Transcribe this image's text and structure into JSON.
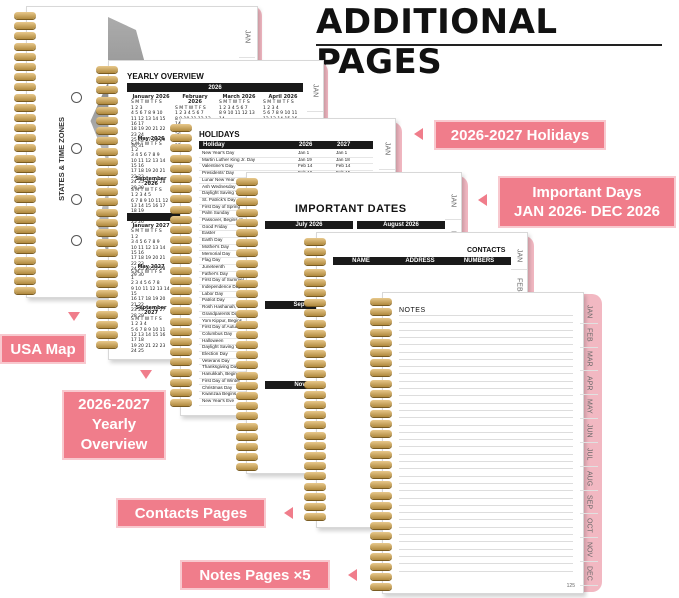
{
  "heading": "ADDITIONAL PAGES",
  "callouts": {
    "holidays": "2026-2027 Holidays",
    "important_days_line1": "Important Days",
    "important_days_line2": "JAN 2026- DEC 2026",
    "usa_map": "USA Map",
    "yearly_line1": "2026-2027",
    "yearly_line2": "Yearly",
    "yearly_line3": "Overview",
    "contacts": "Contacts Pages",
    "notes": "Notes Pages ×5"
  },
  "map_page": {
    "label": "STATES & TIME ZONES"
  },
  "yearly_overview": {
    "title": "YEARLY OVERVIEW",
    "year_a": "2026",
    "months_row1": [
      "January 2026",
      "February 2026",
      "March 2026",
      "April 2026"
    ],
    "months_col": [
      "May 2026",
      "September 2026",
      "January 2027",
      "May 2027",
      "September 2027"
    ],
    "weekday_header": "S M T W T F S"
  },
  "holidays": {
    "title": "HOLIDAYS",
    "columns": [
      "Holiday",
      "2026",
      "2027"
    ],
    "rows": [
      [
        "New Year's Day",
        "Jan 1",
        "Jan 1"
      ],
      [
        "Martin Luther King Jr. Day",
        "Jan 19",
        "Jan 18"
      ],
      [
        "Valentine's Day",
        "Feb 14",
        "Feb 14"
      ],
      [
        "Presidents' Day",
        "Feb 16",
        "Feb 15"
      ],
      [
        "Lunar New Year",
        "",
        ""
      ],
      [
        "Ash Wednesday",
        "",
        ""
      ],
      [
        "Daylight Saving Time",
        "",
        ""
      ],
      [
        "St. Patrick's Day",
        "",
        ""
      ],
      [
        "First Day of Spring",
        "",
        ""
      ],
      [
        "Palm Sunday",
        "",
        ""
      ],
      [
        "Passover, Begins at",
        "",
        ""
      ],
      [
        "Good Friday",
        "",
        ""
      ],
      [
        "Easter",
        "",
        ""
      ],
      [
        "Earth Day",
        "",
        ""
      ],
      [
        "Mother's Day",
        "",
        ""
      ],
      [
        "Memorial Day",
        "",
        ""
      ],
      [
        "Flag Day",
        "",
        ""
      ],
      [
        "Juneteenth",
        "",
        ""
      ],
      [
        "Father's Day",
        "",
        ""
      ],
      [
        "First Day of Summer",
        "",
        ""
      ],
      [
        "Independence Day",
        "",
        ""
      ],
      [
        "Labor Day",
        "",
        ""
      ],
      [
        "Patriot Day",
        "",
        ""
      ],
      [
        "Rosh Hashanah, Be",
        "",
        ""
      ],
      [
        "Grandparents Day",
        "",
        ""
      ],
      [
        "Yom Kippur, Begins",
        "",
        ""
      ],
      [
        "First Day of Autumn",
        "",
        ""
      ],
      [
        "Columbus Day",
        "",
        ""
      ],
      [
        "Halloween",
        "",
        ""
      ],
      [
        "Daylight Saving Time",
        "",
        ""
      ],
      [
        "Election Day",
        "",
        ""
      ],
      [
        "Veterans Day",
        "",
        ""
      ],
      [
        "Thanksgiving Day",
        "",
        ""
      ],
      [
        "Hanukkah, Begins at",
        "",
        ""
      ],
      [
        "First Day of Winter",
        "",
        ""
      ],
      [
        "Christmas Day",
        "",
        ""
      ],
      [
        "Kwanzaa Begins",
        "",
        ""
      ],
      [
        "New Year's Eve",
        "",
        ""
      ]
    ]
  },
  "important_dates": {
    "title": "IMPORTANT DATES",
    "months": [
      "July 2026",
      "August 2026",
      "September",
      "November"
    ]
  },
  "contacts": {
    "title": "CONTACTS",
    "columns": [
      "NAME",
      "ADDRESS",
      "NUMBERS"
    ]
  },
  "notes": {
    "title": "NOTES",
    "page_number": "125",
    "tabs": [
      "JAN",
      "FEB",
      "MAR",
      "APR",
      "MAY",
      "JUN",
      "JUL",
      "AUG",
      "SEP",
      "OCT",
      "NOV",
      "DEC"
    ]
  },
  "back_tabs": {
    "jan": "JAN",
    "feb": "FEB"
  },
  "colors": {
    "accent": "#f07d8b",
    "pink_edge": "#f2b8c2",
    "coil": "#c9a55e"
  }
}
